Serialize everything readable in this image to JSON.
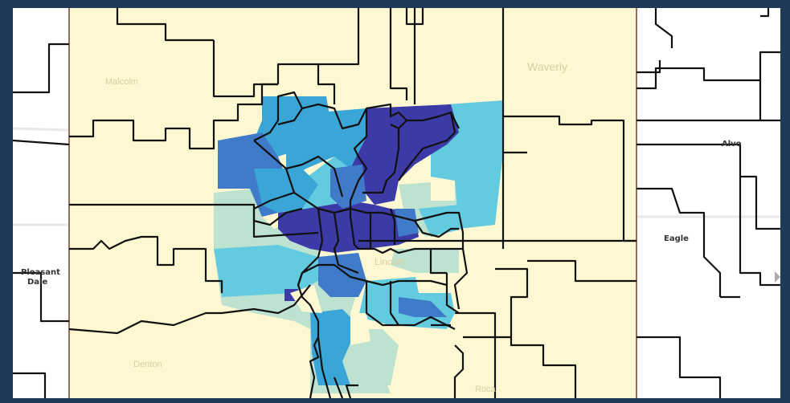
{
  "map": {
    "place_labels": {
      "malcolm": "Malcolm",
      "waverly": "Waverly",
      "alvo": "Alvo",
      "eagle": "Eagle",
      "pleasant_dale_line1": "Pleasant",
      "pleasant_dale_line2": "Dale",
      "denton": "Denton",
      "lincoln": "Lincoln",
      "roca": "Roca"
    },
    "colors": {
      "county_fill": "#fdf8d2",
      "outside_fill": "#ffffff",
      "boundary": "#111111",
      "county_border": "#9b6b5c",
      "frame": "#1f3a57",
      "choropleth": [
        "#bde3d0",
        "#63cbe0",
        "#3aa6d8",
        "#3f7bc8",
        "#3b3aa6"
      ]
    }
  }
}
